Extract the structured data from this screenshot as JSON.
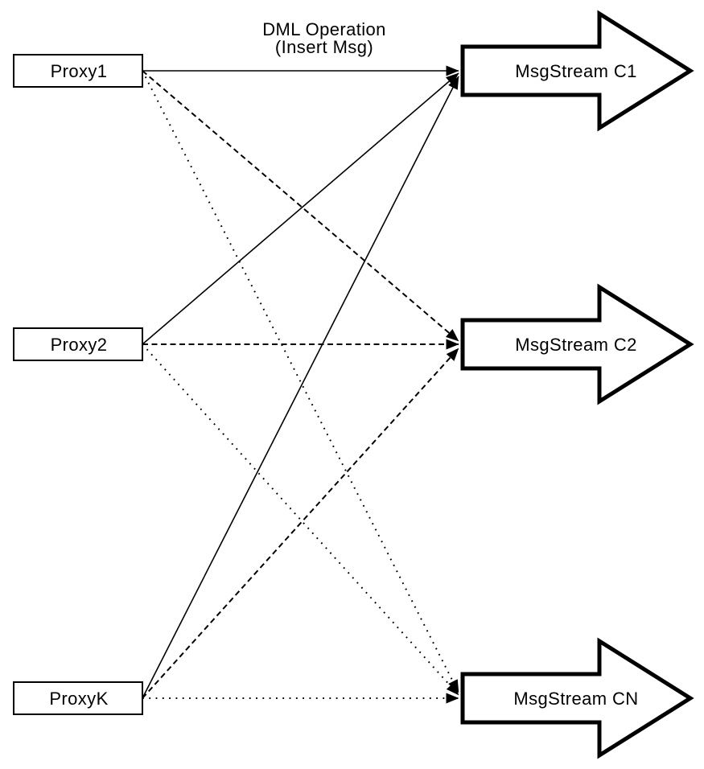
{
  "diagram": {
    "background_color": "#ffffff",
    "stroke_color": "#000000",
    "annotation": {
      "line1": "DML Operation",
      "line2": "(Insert Msg)"
    },
    "proxies": [
      {
        "id": "proxy1",
        "label": "Proxy1"
      },
      {
        "id": "proxy2",
        "label": "Proxy2"
      },
      {
        "id": "proxyk",
        "label": "ProxyK"
      }
    ],
    "streams": [
      {
        "id": "c1",
        "label": "MsgStream C1",
        "incoming_line_style": "solid"
      },
      {
        "id": "c2",
        "label": "MsgStream C2",
        "incoming_line_style": "dashed"
      },
      {
        "id": "cn",
        "label": "MsgStream CN",
        "incoming_line_style": "dotted"
      }
    ],
    "edges": [
      {
        "from": "proxy1",
        "to": "c1",
        "style": "solid"
      },
      {
        "from": "proxy2",
        "to": "c1",
        "style": "solid"
      },
      {
        "from": "proxyk",
        "to": "c1",
        "style": "solid"
      },
      {
        "from": "proxy1",
        "to": "c2",
        "style": "dashed"
      },
      {
        "from": "proxy2",
        "to": "c2",
        "style": "dashed"
      },
      {
        "from": "proxyk",
        "to": "c2",
        "style": "dashed"
      },
      {
        "from": "proxy1",
        "to": "cn",
        "style": "dotted"
      },
      {
        "from": "proxy2",
        "to": "cn",
        "style": "dotted"
      },
      {
        "from": "proxyk",
        "to": "cn",
        "style": "dotted"
      }
    ]
  }
}
